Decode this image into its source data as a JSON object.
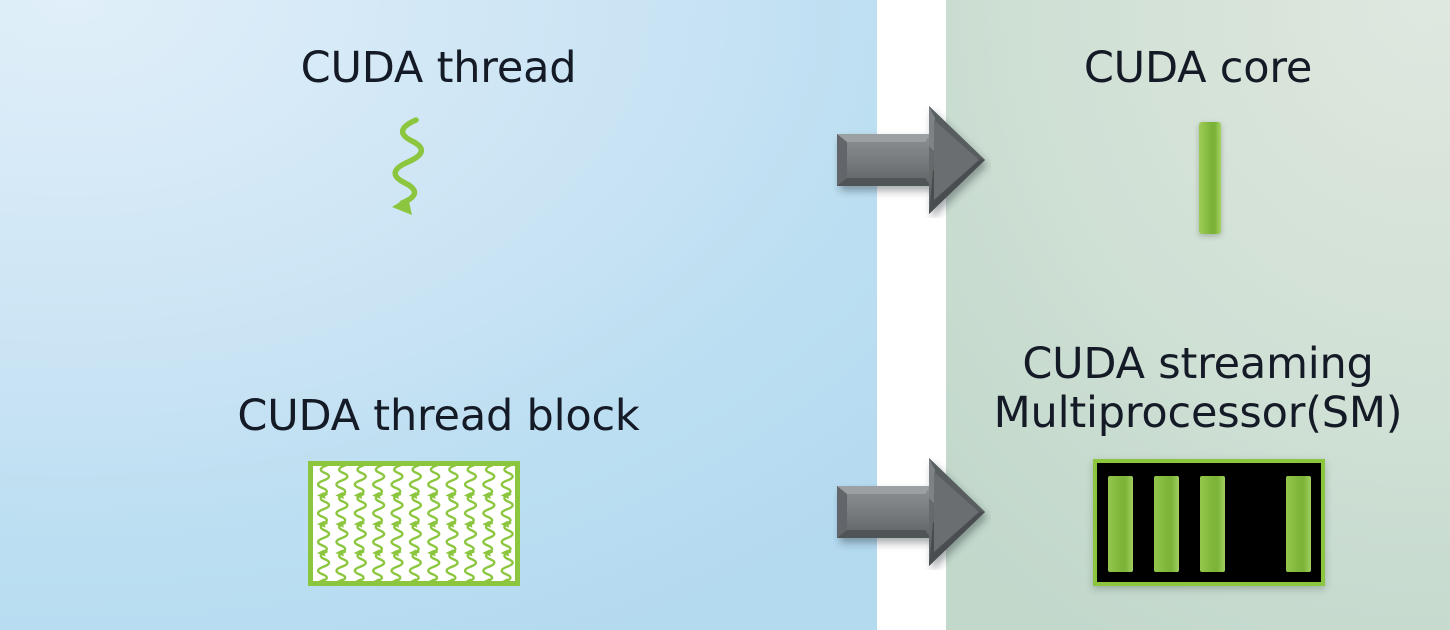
{
  "figure": {
    "title": "CUDA thread / block to CUDA core / SM mapping",
    "panels": {
      "left": {
        "name": "software-abstractions",
        "background_color": "#cbe4f4"
      },
      "right": {
        "name": "hardware-units",
        "background_color": "#d0e0d5"
      },
      "divider_color": "#ffffff"
    }
  },
  "labels": {
    "cuda_thread": "CUDA thread",
    "cuda_core": "CUDA core",
    "cuda_thread_block": "CUDA thread block",
    "cuda_sm_line1": "CUDA streaming",
    "cuda_sm_line2": "Multiprocessor(SM)",
    "cuda_sm": "CUDA streaming\nMultiprocessor(SM)"
  },
  "graphics": {
    "thread_squiggle": {
      "icon": "green-squiggle-arrow-icon",
      "color": "#8cc63f",
      "waves": 4
    },
    "core_bar": {
      "icon": "green-vertical-bar-icon",
      "color": "#8cc63f"
    },
    "thread_block": {
      "icon": "thread-block-grid-icon",
      "border_color": "#8cc63f",
      "fill_color": "#ffffff",
      "squiggle_color": "#8cc63f",
      "columns": 11,
      "rows": 4
    },
    "sm_block": {
      "icon": "sm-core-array-icon",
      "border_color": "#8cc63f",
      "fill_color": "#000000",
      "bar_color": "#8cc63f",
      "bar_count": 4
    },
    "arrows": {
      "icon": "right-arrow-3d-icon",
      "color": "#6b6f71",
      "count": 2,
      "direction": "right"
    }
  },
  "mappings": [
    {
      "from": "CUDA thread",
      "to": "CUDA core"
    },
    {
      "from": "CUDA thread block",
      "to": "CUDA streaming Multiprocessor(SM)"
    }
  ]
}
